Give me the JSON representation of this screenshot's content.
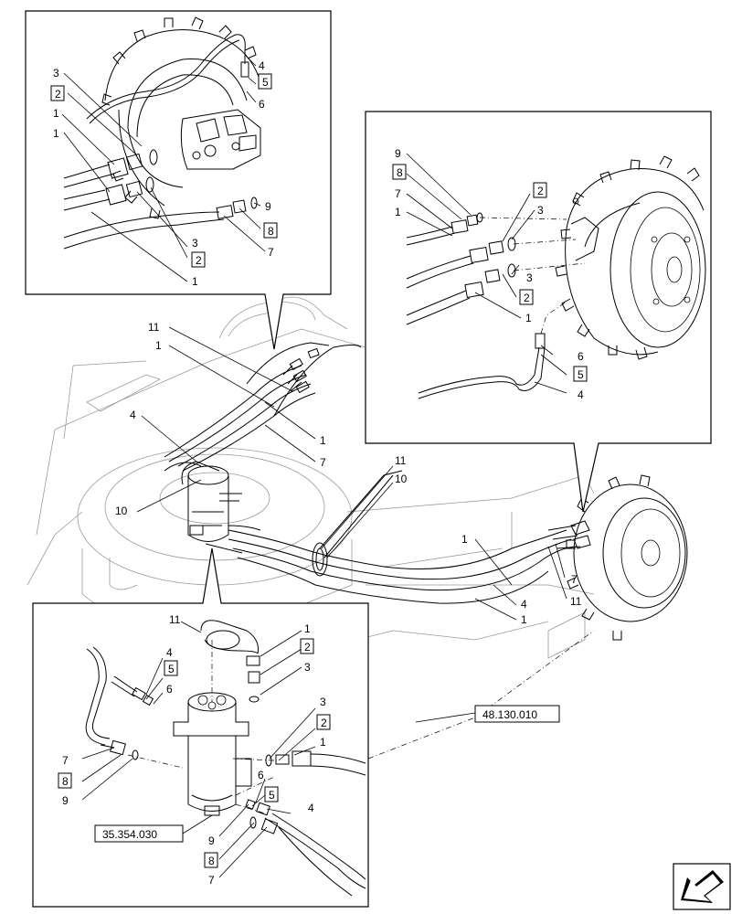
{
  "callouts": {
    "c1": "1",
    "c2": "2",
    "c3": "3",
    "c4": "4",
    "c5": "5",
    "c6": "6",
    "c7": "7",
    "c8": "8",
    "c9": "9",
    "c10": "10",
    "c11": "11"
  },
  "references": {
    "ref_main": "48.130.010",
    "ref_swivel": "35.354.030"
  },
  "icons": {
    "navigation": "arrow-icon"
  }
}
